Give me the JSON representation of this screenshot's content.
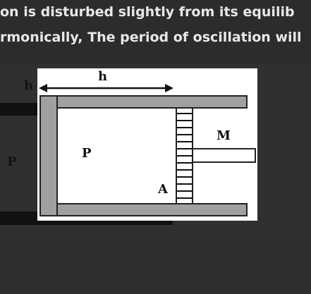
{
  "question": {
    "line1": "on is disturbed slightly from its equilib",
    "line2": "rmonically, The period of oscillation will"
  },
  "figure": {
    "label_h": "h",
    "label_m": "M",
    "label_p": "P",
    "label_a": "A"
  },
  "background_figure": {
    "label_h": "h",
    "label_p": "P"
  },
  "colors": {
    "page_background": "#2a2a2a",
    "text": "#e8e8e8",
    "cylinder_wall": "#a0a0a0",
    "figure_background": "#ffffff"
  }
}
